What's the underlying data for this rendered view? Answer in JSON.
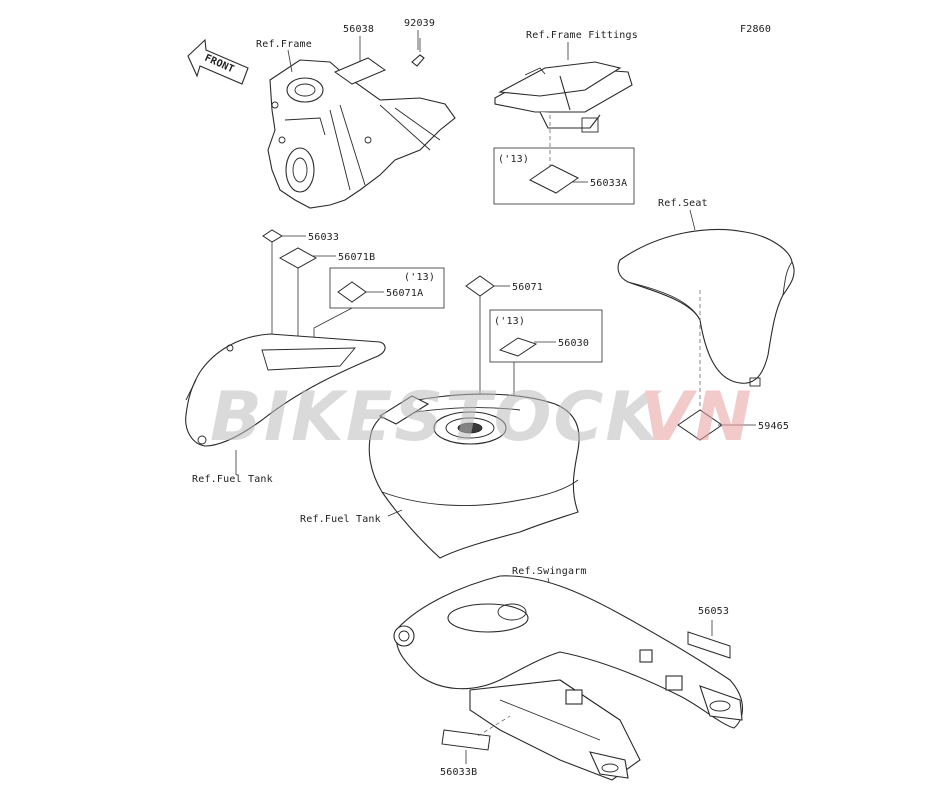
{
  "diagram_code": "F2860",
  "front_label": "FRONT",
  "watermark": {
    "part1": "BIKESTOCK",
    "part2": "VN",
    "color1": "#bdbdbd",
    "color2": "#e8a0a0"
  },
  "refs": {
    "frame": "Ref.Frame",
    "frame_fittings": "Ref.Frame Fittings",
    "seat": "Ref.Seat",
    "fuel_tank_left": "Ref.Fuel Tank",
    "fuel_tank_center": "Ref.Fuel Tank",
    "swingarm": "Ref.Swingarm"
  },
  "parts": {
    "p56038": "56038",
    "p92039": "92039",
    "p56033A": "56033A",
    "p56033": "56033",
    "p56071B": "56071B",
    "p56071A": "56071A",
    "p56071": "56071",
    "p56030": "56030",
    "p59465": "59465",
    "p56053": "56053",
    "p56033B": "56033B"
  },
  "year_notes": {
    "frame_fittings_box": "('13)",
    "left_box": "('13)",
    "center_box": "('13)"
  }
}
